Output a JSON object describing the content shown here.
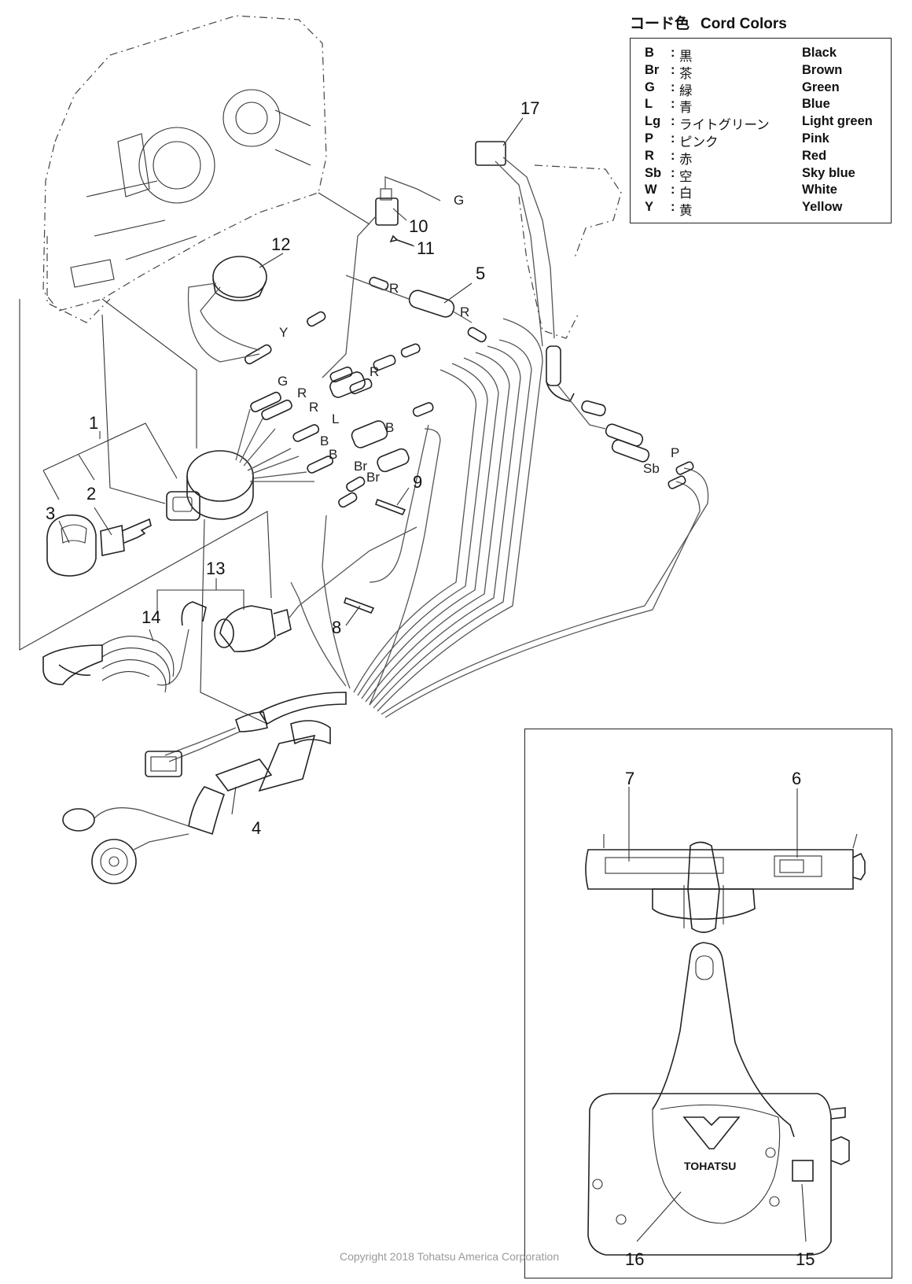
{
  "legend": {
    "title_jp": "コード色",
    "title_en": "Cord Colors",
    "rows": [
      {
        "code": "B",
        "jp": "黒",
        "en": "Black"
      },
      {
        "code": "Br",
        "jp": "茶",
        "en": "Brown"
      },
      {
        "code": "G",
        "jp": "緑",
        "en": "Green"
      },
      {
        "code": "L",
        "jp": "青",
        "en": "Blue"
      },
      {
        "code": "Lg",
        "jp": "ライトグリーン",
        "en": "Light green"
      },
      {
        "code": "P",
        "jp": "ピンク",
        "en": "Pink"
      },
      {
        "code": "R",
        "jp": "赤",
        "en": "Red"
      },
      {
        "code": "Sb",
        "jp": "空",
        "en": "Sky blue"
      },
      {
        "code": "W",
        "jp": "白",
        "en": "White"
      },
      {
        "code": "Y",
        "jp": "黄",
        "en": "Yellow"
      }
    ]
  },
  "callouts": {
    "c1": "1",
    "c2": "2",
    "c3": "3",
    "c4": "4",
    "c5": "5",
    "c6": "6",
    "c7": "7",
    "c8": "8",
    "c9": "9",
    "c10": "10",
    "c11": "11",
    "c12": "12",
    "c13": "13",
    "c14": "14",
    "c15": "15",
    "c16": "16",
    "c17": "17"
  },
  "wire_labels": {
    "g_top": "G",
    "r_top": "R",
    "r_mid": "R",
    "y": "Y",
    "g_low": "G",
    "r_a": "R",
    "r_b": "R",
    "r_c": "R",
    "l": "L",
    "b_a": "B",
    "b_b": "B",
    "b_c": "B",
    "br_a": "Br",
    "br_b": "Br",
    "p": "P",
    "sb": "Sb"
  },
  "logo_text": "TOHATSU",
  "copyright": "Copyright 2018 Tohatsu America Corporation"
}
